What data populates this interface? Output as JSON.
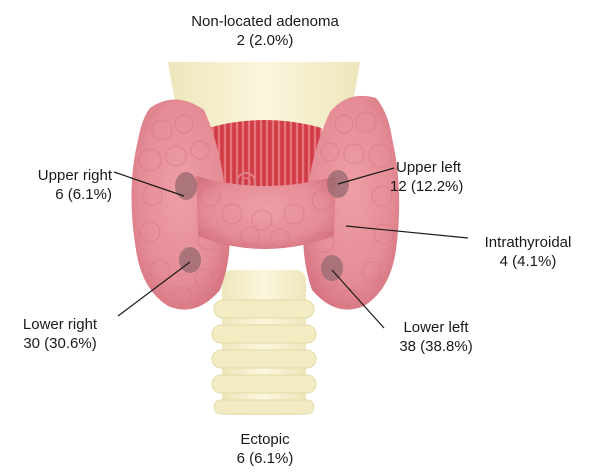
{
  "labels": {
    "non_located": {
      "name": "Non-located adenoma",
      "value": "2 (2.0%)"
    },
    "upper_right": {
      "name": "Upper right",
      "value": "6 (6.1%)"
    },
    "upper_left": {
      "name": "Upper left",
      "value": "12 (12.2%)"
    },
    "intrathyroidal": {
      "name": "Intrathyroidal",
      "value": "4 (4.1%)"
    },
    "lower_right": {
      "name": "Lower right",
      "value": "30 (30.6%)"
    },
    "lower_left": {
      "name": "Lower left",
      "value": "38 (38.8%)"
    },
    "ectopic": {
      "name": "Ectopic",
      "value": "6 (6.1%)"
    }
  },
  "colors": {
    "gland": "#e58d96",
    "gland_shadow": "#cc6b77",
    "muscle": "#d7474f",
    "cartilage": "#f5eec9",
    "adenoma": "#9b6b72",
    "leader_line": "#1a1a1a"
  }
}
